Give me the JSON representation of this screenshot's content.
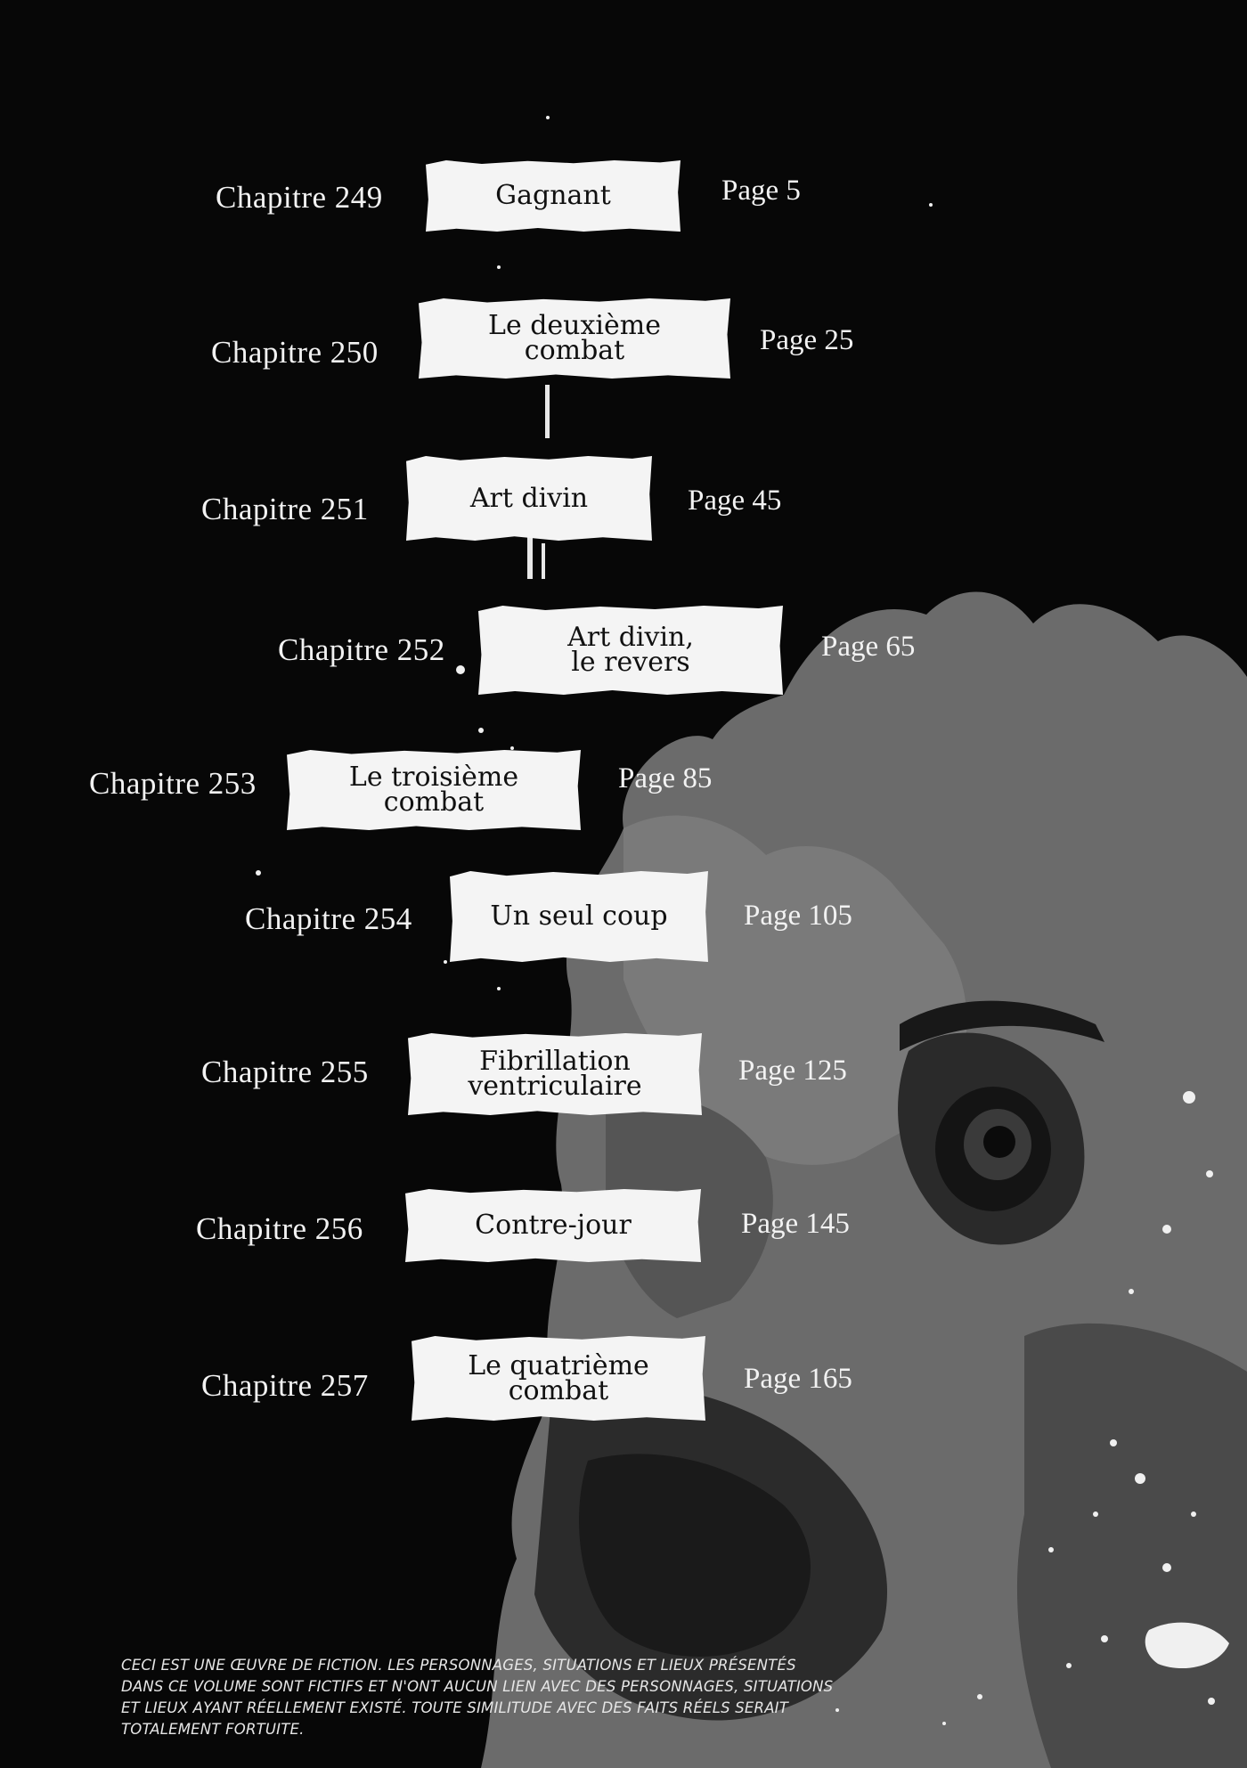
{
  "toc": [
    {
      "chapter": "Chapitre 249",
      "title": "Gagnant",
      "page": "Page 5"
    },
    {
      "chapter": "Chapitre 250",
      "title": "Le deuxième\ncombat",
      "page": "Page 25"
    },
    {
      "chapter": "Chapitre 251",
      "title": "Art divin",
      "page": "Page 45"
    },
    {
      "chapter": "Chapitre 252",
      "title": "Art divin,\nle revers",
      "page": "Page 65"
    },
    {
      "chapter": "Chapitre 253",
      "title": "Le troisième\ncombat",
      "page": "Page 85"
    },
    {
      "chapter": "Chapitre 254",
      "title": "Un seul coup",
      "page": "Page 105"
    },
    {
      "chapter": "Chapitre 255",
      "title": "Fibrillation\nventriculaire",
      "page": "Page 125"
    },
    {
      "chapter": "Chapitre 256",
      "title": "Contre-jour",
      "page": "Page 145"
    },
    {
      "chapter": "Chapitre 257",
      "title": "Le quatrième\ncombat",
      "page": "Page 165"
    }
  ],
  "disclaimer": "CECI EST UNE ŒUVRE DE FICTION. LES PERSONNAGES, SITUATIONS ET LIEUX PRÉSENTÉS DANS CE VOLUME SONT FICTIFS ET N'ONT AUCUN LIEN AVEC DES PERSONNAGES, SITUATIONS ET LIEUX AYANT RÉELLEMENT EXISTÉ. TOUTE SIMILITUDE AVEC DES FAITS RÉELS SERAIT TOTALEMENT FORTUITE.",
  "colors": {
    "background": "#070707",
    "text": "#f2f2f2",
    "label_paper": "#f4f4f4",
    "illustration": "#6e6e6e"
  }
}
